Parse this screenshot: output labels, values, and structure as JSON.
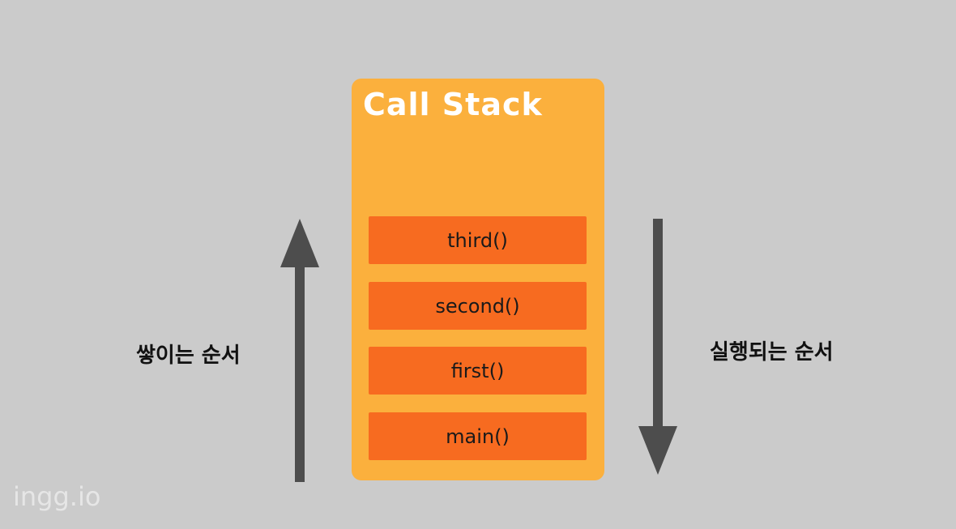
{
  "stack": {
    "title": "Call Stack",
    "frames": [
      "third()",
      "second()",
      "first()",
      "main()"
    ]
  },
  "labels": {
    "push_order": "쌓이는 순서",
    "execution_order": "실행되는 순서"
  },
  "watermark": "ingg.io",
  "colors": {
    "background": "#cbcbcb",
    "stack_panel": "#fbb03d",
    "frame": "#f76b20",
    "arrow": "#4d4d4d"
  }
}
